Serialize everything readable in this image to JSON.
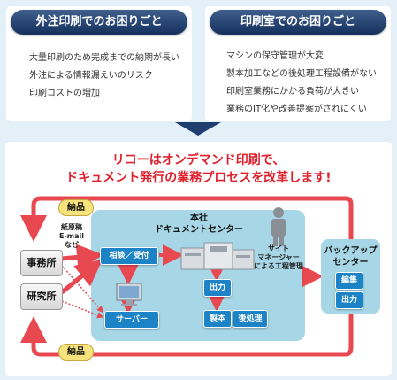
{
  "left_panel": {
    "title": "外注印刷でのお困りごと",
    "items": [
      "大量印刷のため完成までの納期が長い",
      "外注による情報漏えいのリスク",
      "印刷コストの増加"
    ]
  },
  "right_panel": {
    "title": "印刷室でのお困りごと",
    "items": [
      "マシンの保守管理が大変",
      "製本加工などの後処理工程設備がない",
      "印刷室業務にかかる負荷が大きい",
      "業務のIT化や改善提案がされにくい"
    ]
  },
  "headline": {
    "line1": "リコーはオンデマンド印刷で、",
    "line2": "ドキュメント発行の業務プロセスを改革します!"
  },
  "diagram": {
    "delivery_top": "納品",
    "delivery_bottom": "納品",
    "manuscript_line1": "紙原稿",
    "manuscript_line2": "E-mail",
    "manuscript_line3": "など",
    "office": "事務所",
    "lab": "研究所",
    "hq_line1": "本社",
    "hq_line2": "ドキュメントセンター",
    "site_mgr_line1": "サイト",
    "site_mgr_line2": "マネージャー",
    "site_mgr_line3": "による工程管理",
    "editing_reception": "相談／受付",
    "output": "出力",
    "server": "サーバー",
    "binding": "製本",
    "post_processing": "後処理",
    "backup_line1": "バックアップ",
    "backup_line2": "センター",
    "backup_edit": "編集",
    "backup_output": "出力"
  },
  "colors": {
    "title_bar": "#1f3d6e",
    "headline": "#e0202d",
    "arrow": "#e84850",
    "box_blue": "#1c83c7",
    "area_blue": "#a7d7e6",
    "pill_yellow": "#f7e37d"
  }
}
